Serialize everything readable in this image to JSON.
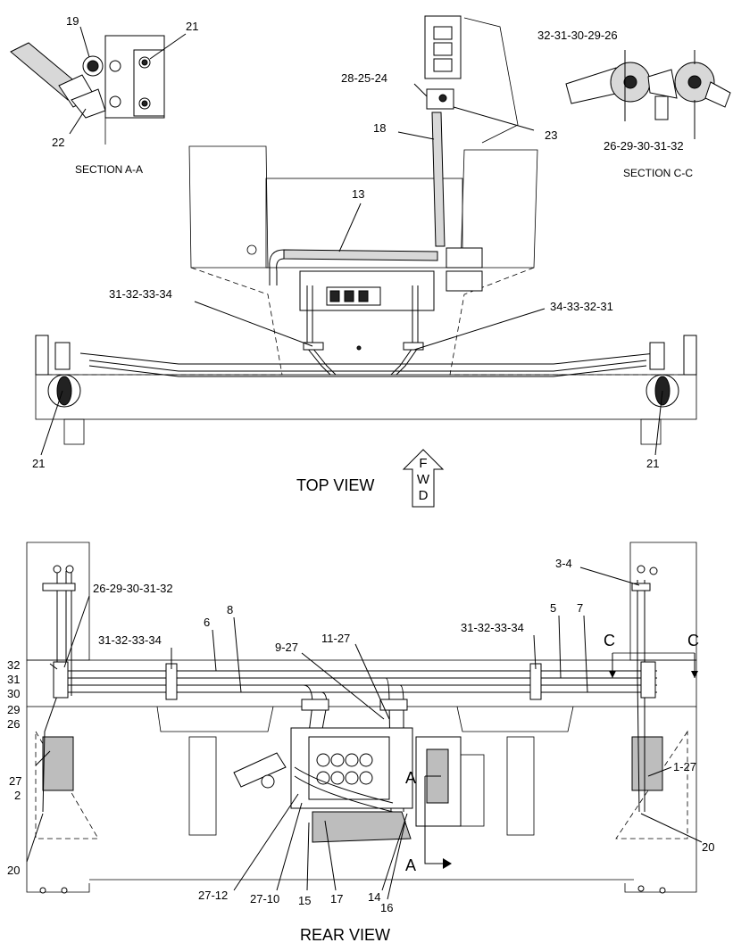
{
  "views": {
    "top_view": "TOP VIEW",
    "rear_view": "REAR VIEW",
    "section_aa": "SECTION A-A",
    "section_cc": "SECTION C-C"
  },
  "fwd_arrow": {
    "letters": [
      "F",
      "W",
      "D"
    ]
  },
  "section_markers": {
    "a_top": "A",
    "a_bottom": "A",
    "c_left": "C",
    "c_right": "C"
  },
  "callouts": {
    "section_aa": [
      "19",
      "21",
      "22"
    ],
    "section_cc": [
      "32-31-30-29-26",
      "26-29-30-31-32"
    ],
    "top": [
      "28-25-24",
      "18",
      "23",
      "13",
      "31-32-33-34",
      "34-33-32-31",
      "21",
      "21"
    ],
    "rear": [
      "3-4",
      "26-29-30-31-32",
      "8",
      "6",
      "5",
      "7",
      "31-32-33-34",
      "31-32-33-34",
      "9-27",
      "11-27",
      "1-27",
      "20",
      "20",
      "27-12",
      "27-10",
      "15",
      "17",
      "14",
      "16"
    ],
    "rear_left_stack": [
      "32",
      "31",
      "30",
      "29",
      "26",
      "27",
      "2"
    ]
  }
}
